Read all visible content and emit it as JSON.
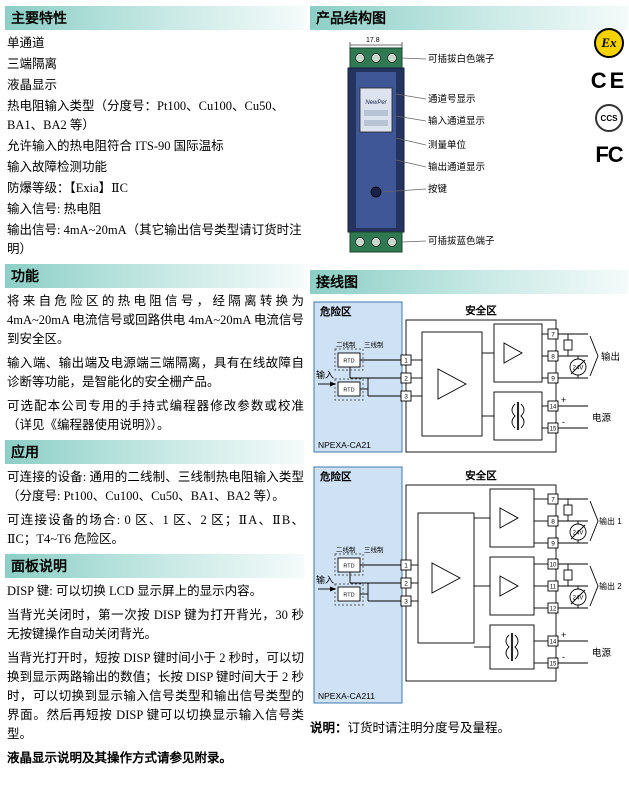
{
  "features": {
    "title": "主要特性",
    "items": [
      "单通道",
      "三端隔离",
      "液晶显示",
      "热电阻输入类型（分度号：Pt100、Cu100、Cu50、BA1、BA2 等）",
      "允许输入的热电阻符合 ITS-90 国际温标",
      "输入故障检测功能",
      "防爆等级：【Exia】ⅡC",
      "输入信号: 热电阻",
      "输出信号: 4mA~20mA（其它输出信号类型请订货时注明）"
    ]
  },
  "func": {
    "title": "功能",
    "paras": [
      "将来自危险区的热电阻信号，经隔离转换为 4mA~20mA 电流信号或回路供电 4mA~20mA 电流信号到安全区。",
      "输入端、输出端及电源端三端隔离，具有在线故障自诊断等功能，是智能化的安全栅产品。",
      "可选配本公司专用的手持式编程器修改参数或校准（详见《编程器使用说明》）。"
    ]
  },
  "app": {
    "title": "应用",
    "paras": [
      "可连接的设备: 通用的二线制、三线制热电阻输入类型（分度号: Pt100、Cu100、Cu50、BA1、BA2 等）。",
      "可连接设备的场合: 0 区、1 区、2 区；ⅡA、ⅡB、ⅡC；T4~T6 危险区。"
    ]
  },
  "panel": {
    "title": "面板说明",
    "paras": [
      "DISP 键: 可以切换 LCD 显示屏上的显示内容。",
      "当背光关闭时，第一次按 DISP 键为打开背光，30 秒无按键操作自动关闭背光。",
      "当背光打开时，短按 DISP 键时间小于 2 秒时，可以切换到显示两路输出的数值；长按 DISP 键时间大于 2 秒时，可以切换到显示输入信号类型和输出信号类型的界面。然后再短按 DISP 键可以切换显示输入信号类型。"
    ],
    "footer": "液晶显示说明及其操作方式请参见附录。"
  },
  "structure": {
    "title": "产品结构图",
    "dim": "17.8",
    "brand": "NewPer",
    "callouts": [
      "可插拔白色端子",
      "通道号显示",
      "输入通道显示",
      "测量单位",
      "输出通道显示",
      "按键",
      "可插拔蓝色端子"
    ]
  },
  "certs": {
    "ex": "Ex",
    "ce": "CE",
    "ccs": "CCS",
    "fcc": "FC"
  },
  "wiring": {
    "title": "接线图",
    "note_label": "说明：",
    "note_text": "订货时请注明分度号及量程。",
    "d1": {
      "model": "NPEXA-CA21",
      "danger": "危险区",
      "safe": "安全区",
      "input": "输入",
      "two_wire": "二线制",
      "three_wire": "三线制",
      "rtd": "RTD",
      "t1": "1",
      "t2": "2",
      "t3": "3",
      "t7": "7",
      "t8": "8",
      "t9": "9",
      "t14": "14",
      "t15": "15",
      "plus": "+",
      "minus": "-",
      "v24": "24V",
      "output": "输出",
      "power": "电源"
    },
    "d2": {
      "model": "NPEXA-CA211",
      "danger": "危险区",
      "safe": "安全区",
      "input": "输入",
      "two_wire": "二线制",
      "three_wire": "三线制",
      "rtd": "RTD",
      "t1": "1",
      "t2": "2",
      "t3": "3",
      "t7": "7",
      "t8": "8",
      "t9": "9",
      "t10": "10",
      "t11": "11",
      "t12": "12",
      "t14": "14",
      "t15": "15",
      "plus": "+",
      "minus": "-",
      "v24": "24V",
      "output1": "输出 1",
      "output2": "输出 2",
      "power": "电源"
    }
  }
}
